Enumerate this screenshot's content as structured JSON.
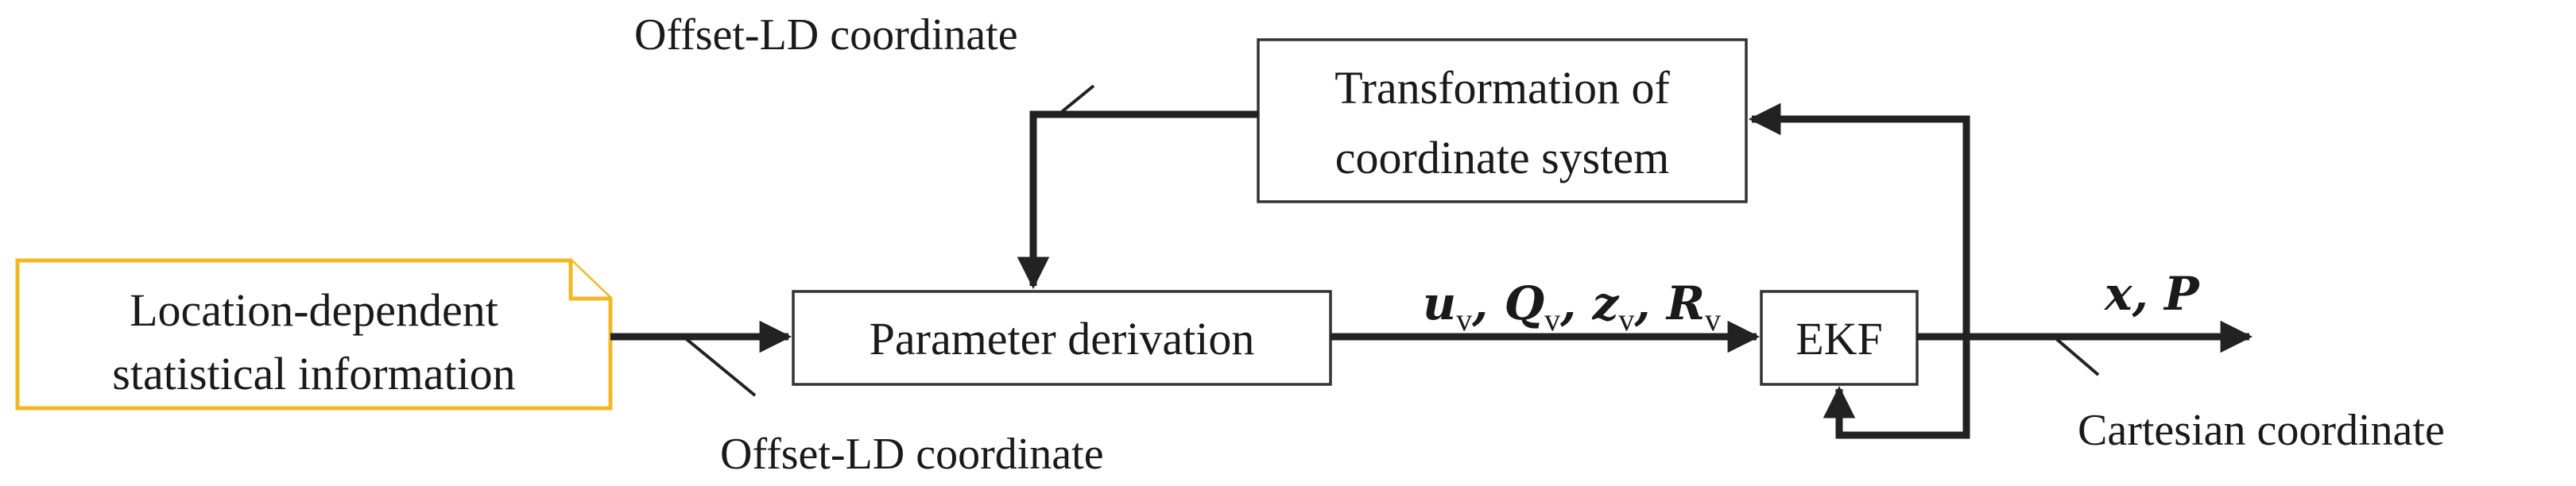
{
  "blocks": {
    "source": {
      "line1": "Location-dependent",
      "line2": "statistical information"
    },
    "param": {
      "label": "Parameter derivation"
    },
    "transform": {
      "line1": "Transformation of",
      "line2": "coordinate system"
    },
    "ekf": {
      "label": "EKF"
    }
  },
  "annotations": {
    "top_offset": "Offset-LD coordinate",
    "bottom_offset": "Offset-LD coordinate",
    "cartesian": "Cartesian coordinate"
  },
  "signals": {
    "ekf_inputs": [
      {
        "base": "u",
        "sub": "v",
        "sep": ", "
      },
      {
        "base": "Q",
        "sub": "v",
        "sep": ", "
      },
      {
        "base": "z",
        "sub": "v",
        "sep": ", "
      },
      {
        "base": "R",
        "sub": "v",
        "sep": ""
      }
    ],
    "ekf_outputs": {
      "part1": "x",
      "sep": ", ",
      "part2": "P"
    }
  },
  "colors": {
    "note_border": "#f2b824",
    "line": "#222222",
    "box_border": "#333333"
  }
}
